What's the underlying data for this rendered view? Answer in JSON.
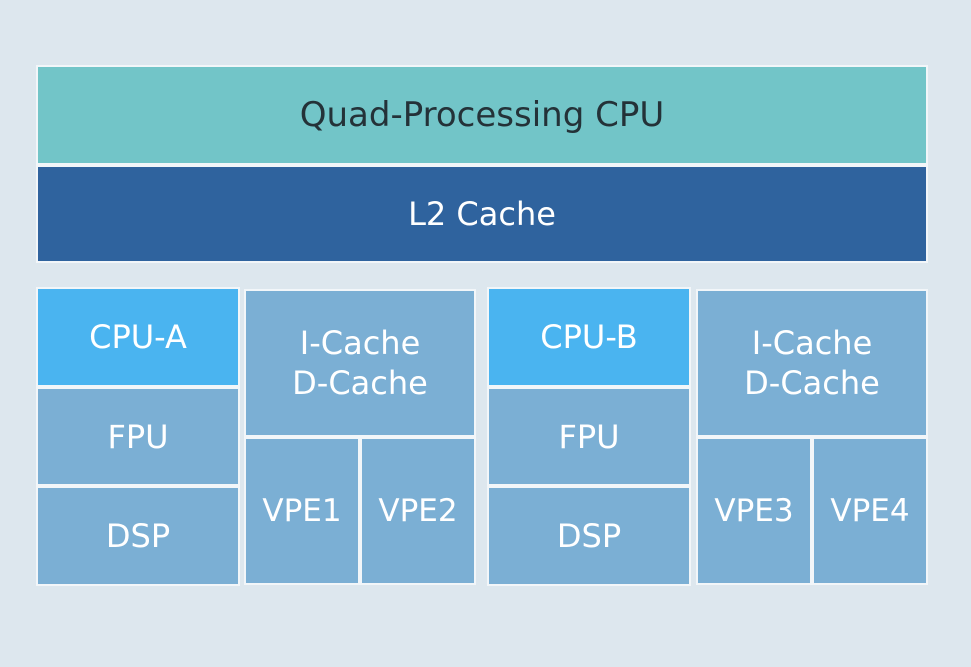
{
  "title": "Quad-Processing CPU",
  "l2": "L2 Cache",
  "left": {
    "cpu": "CPU-A",
    "fpu": "FPU",
    "dsp": "DSP",
    "icache": "I-Cache",
    "dcache": "D-Cache",
    "vpe_a": "VPE1",
    "vpe_b": "VPE2"
  },
  "right": {
    "cpu": "CPU-B",
    "fpu": "FPU",
    "dsp": "DSP",
    "icache": "I-Cache",
    "dcache": "D-Cache",
    "vpe_a": "VPE3",
    "vpe_b": "VPE4"
  },
  "colors": {
    "background": "#dde7ee",
    "top_block": "#72c5c8",
    "l2_block": "#2f639e",
    "cpu_block": "#4ab4f0",
    "unit_block": "#7bafd4"
  }
}
